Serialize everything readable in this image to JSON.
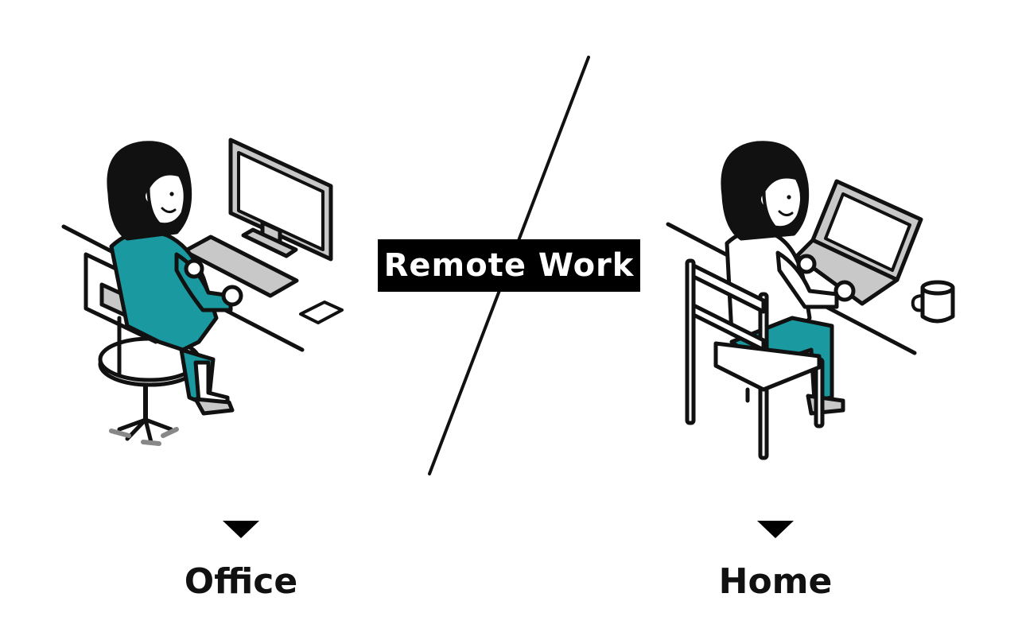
{
  "banner": {
    "text": "Remote Work"
  },
  "office": {
    "label": "Office"
  },
  "home": {
    "label": "Home"
  },
  "colors": {
    "accent": "#1a9aa0",
    "ink": "#111111",
    "device_gray": "#c8c8c8",
    "background": "#ffffff"
  }
}
